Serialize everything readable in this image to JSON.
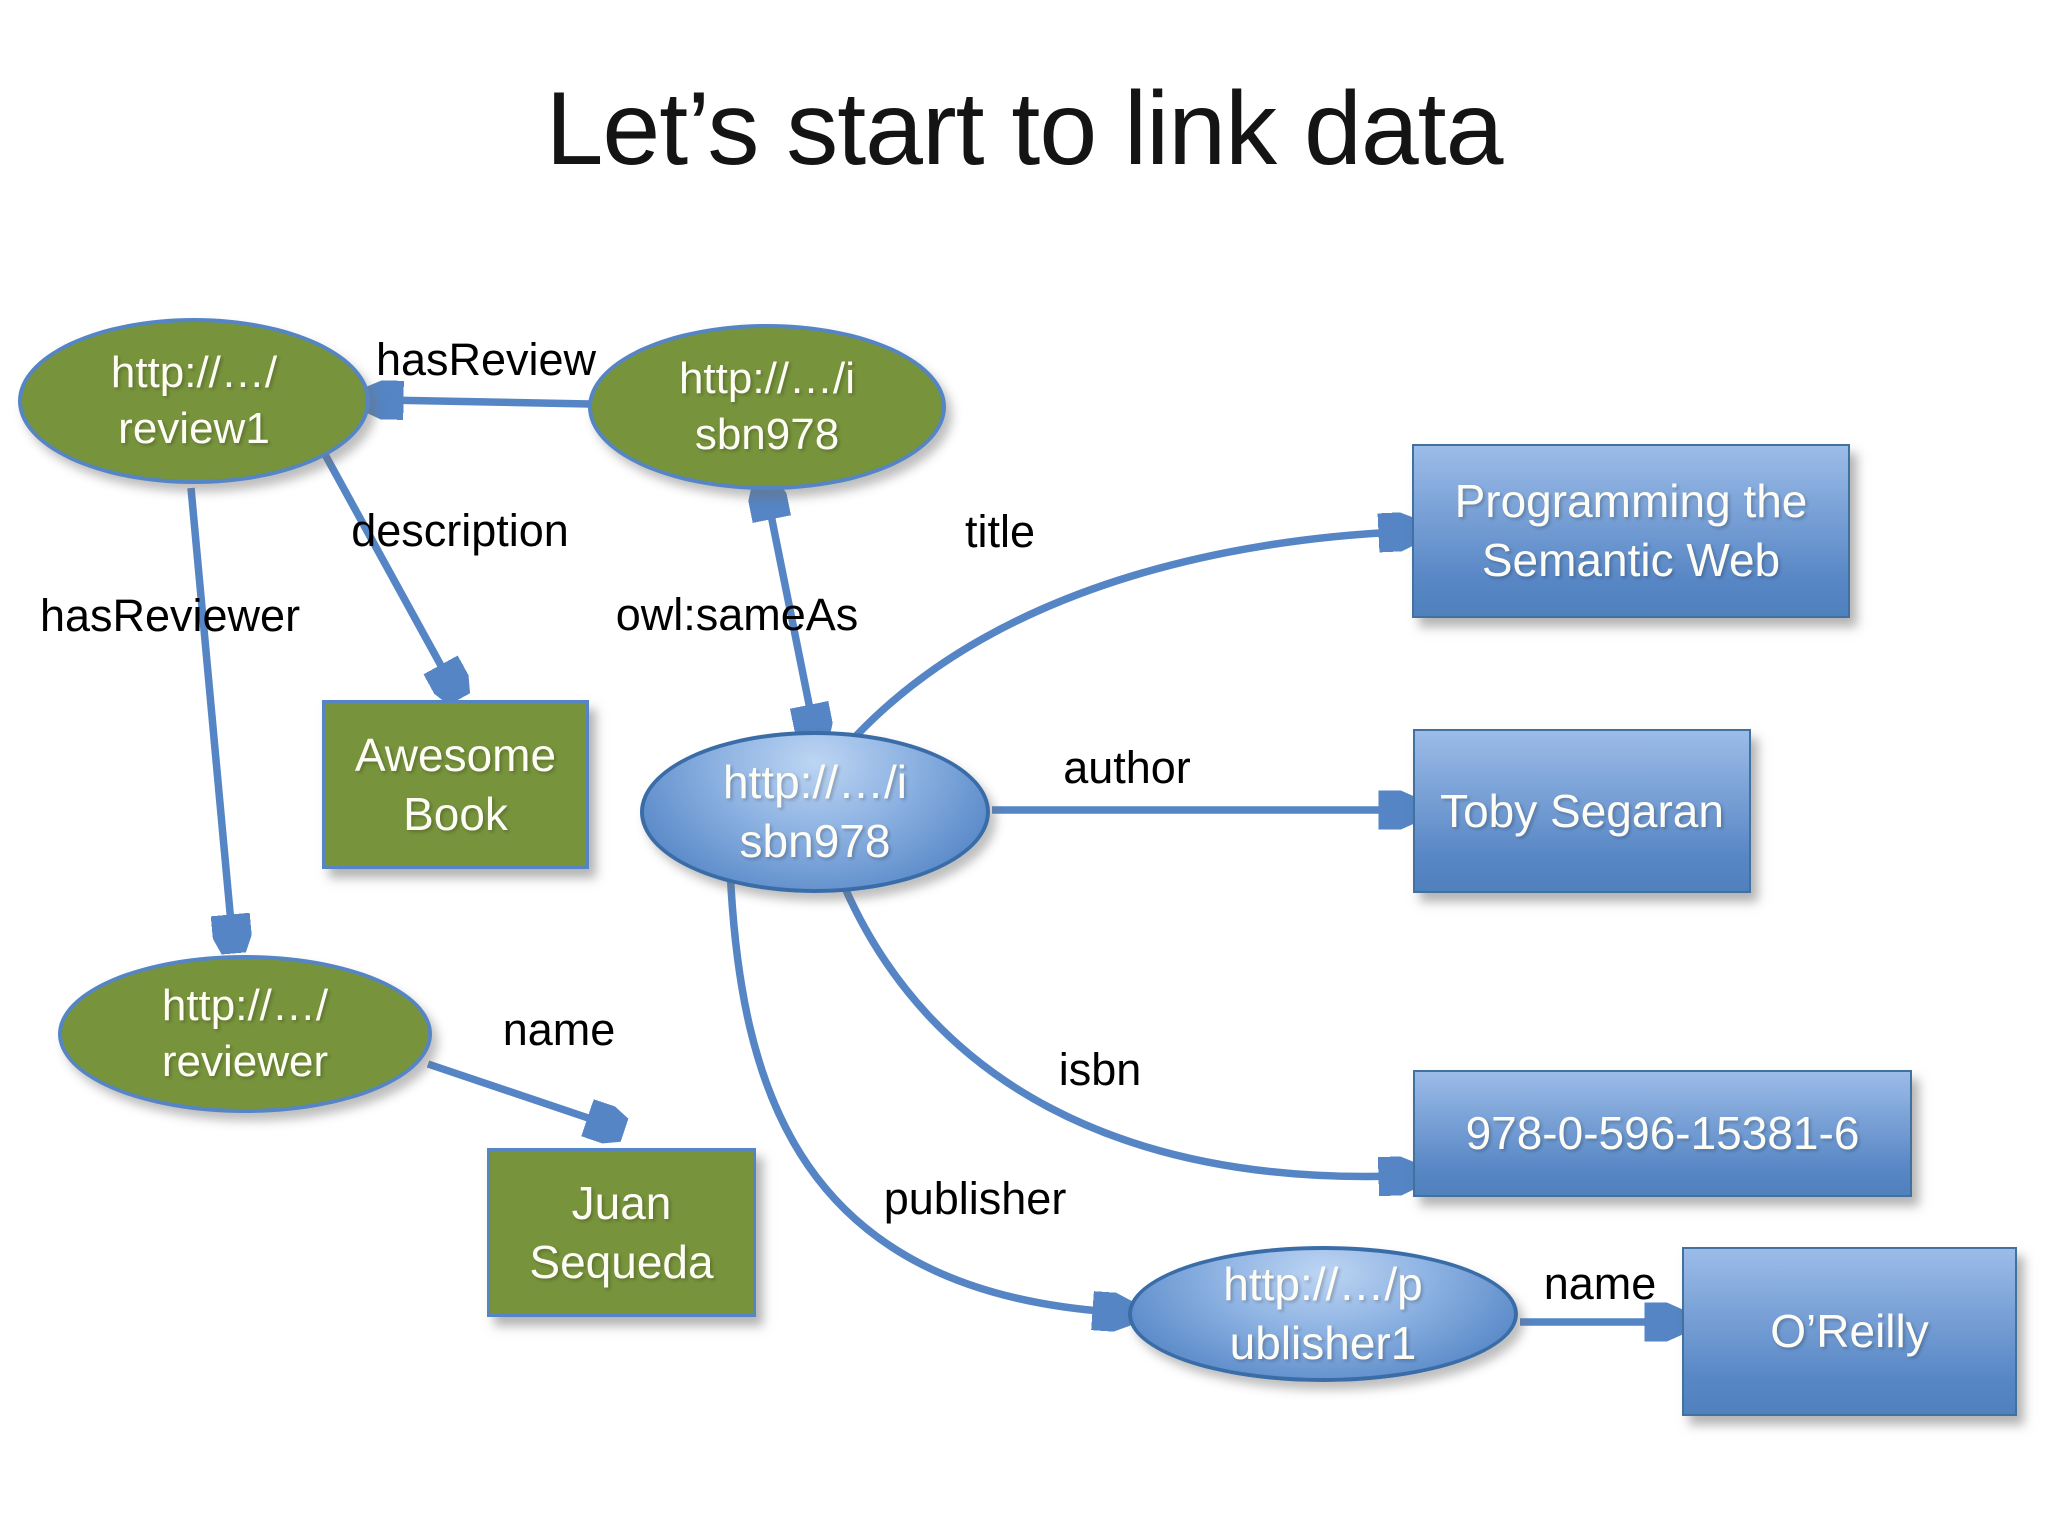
{
  "slide": {
    "title": "Let’s start to link data"
  },
  "colors": {
    "uri_node_green": "#77933C",
    "literal_node_blue": "#4F81BD",
    "arrow_blue": "#5585C4",
    "label_black": "#000000",
    "node_text_white": "#FDFDF6",
    "background": "#FFFFFF"
  },
  "nodes": {
    "review1": {
      "label": "http://…/\nreview1",
      "shape": "ellipse",
      "color": "green"
    },
    "isbn978_green": {
      "label": "http://…/i\nsbn978",
      "shape": "ellipse",
      "color": "green"
    },
    "awesome_book": {
      "label": "Awesome\nBook",
      "shape": "rectangle",
      "color": "green"
    },
    "reviewer": {
      "label": "http://…/\nreviewer",
      "shape": "ellipse",
      "color": "green"
    },
    "juan_sequeda": {
      "label": "Juan\nSequeda",
      "shape": "rectangle",
      "color": "green"
    },
    "isbn978_blue": {
      "label": "http://…/i\nsbn978",
      "shape": "ellipse",
      "color": "blue"
    },
    "programming": {
      "label": "Programming the\nSemantic Web",
      "shape": "rectangle",
      "color": "blue"
    },
    "toby_segaran": {
      "label": "Toby Segaran",
      "shape": "rectangle",
      "color": "blue"
    },
    "isbn_number": {
      "label": "978-0-596-15381-6",
      "shape": "rectangle",
      "color": "blue"
    },
    "publisher1": {
      "label": "http://…/p\nublisher1",
      "shape": "ellipse",
      "color": "blue"
    },
    "oreilly": {
      "label": "O’Reilly",
      "shape": "rectangle",
      "color": "blue"
    }
  },
  "edges": {
    "has_review": {
      "label": "hasReview",
      "from": "isbn978_green",
      "to": "review1",
      "arrow": "single"
    },
    "description": {
      "label": "description",
      "from": "review1",
      "to": "awesome_book",
      "arrow": "single"
    },
    "has_reviewer": {
      "label": "hasReviewer",
      "from": "review1",
      "to": "reviewer",
      "arrow": "single"
    },
    "owl_same_as": {
      "label": "owl:sameAs",
      "from": "isbn978_blue",
      "to": "isbn978_green",
      "arrow": "double"
    },
    "title": {
      "label": "title",
      "from": "isbn978_blue",
      "to": "programming",
      "arrow": "single"
    },
    "author": {
      "label": "author",
      "from": "isbn978_blue",
      "to": "toby_segaran",
      "arrow": "single"
    },
    "isbn": {
      "label": "isbn",
      "from": "isbn978_blue",
      "to": "isbn_number",
      "arrow": "single"
    },
    "publisher": {
      "label": "publisher",
      "from": "isbn978_blue",
      "to": "publisher1",
      "arrow": "single"
    },
    "name_reviewer": {
      "label": "name",
      "from": "reviewer",
      "to": "juan_sequeda",
      "arrow": "single"
    },
    "name_publisher": {
      "label": "name",
      "from": "publisher1",
      "to": "oreilly",
      "arrow": "single"
    }
  }
}
